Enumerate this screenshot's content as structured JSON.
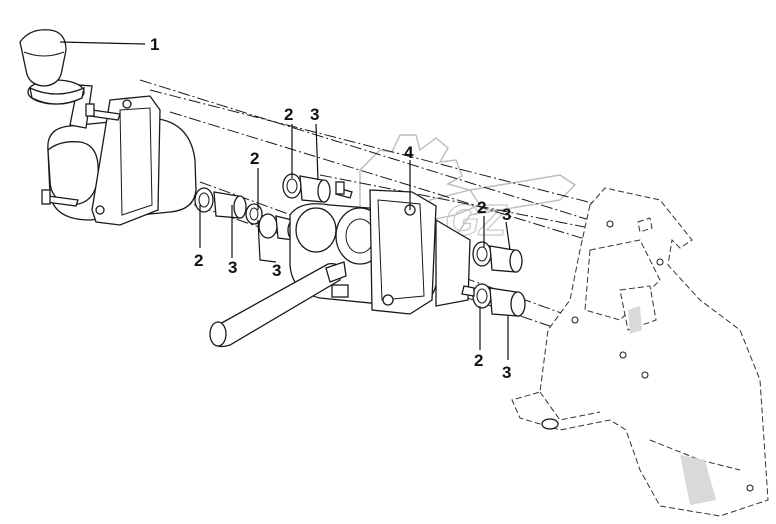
{
  "diagram": {
    "callouts": {
      "c1": "1",
      "c2a": "2",
      "c2b": "2",
      "c2c": "2",
      "c2d": "2",
      "c2e": "2",
      "c3a": "3",
      "c3b": "3",
      "c3c": "3",
      "c3d": "3",
      "c3e": "3",
      "c4": "4"
    },
    "watermark_logo": "GZ"
  }
}
